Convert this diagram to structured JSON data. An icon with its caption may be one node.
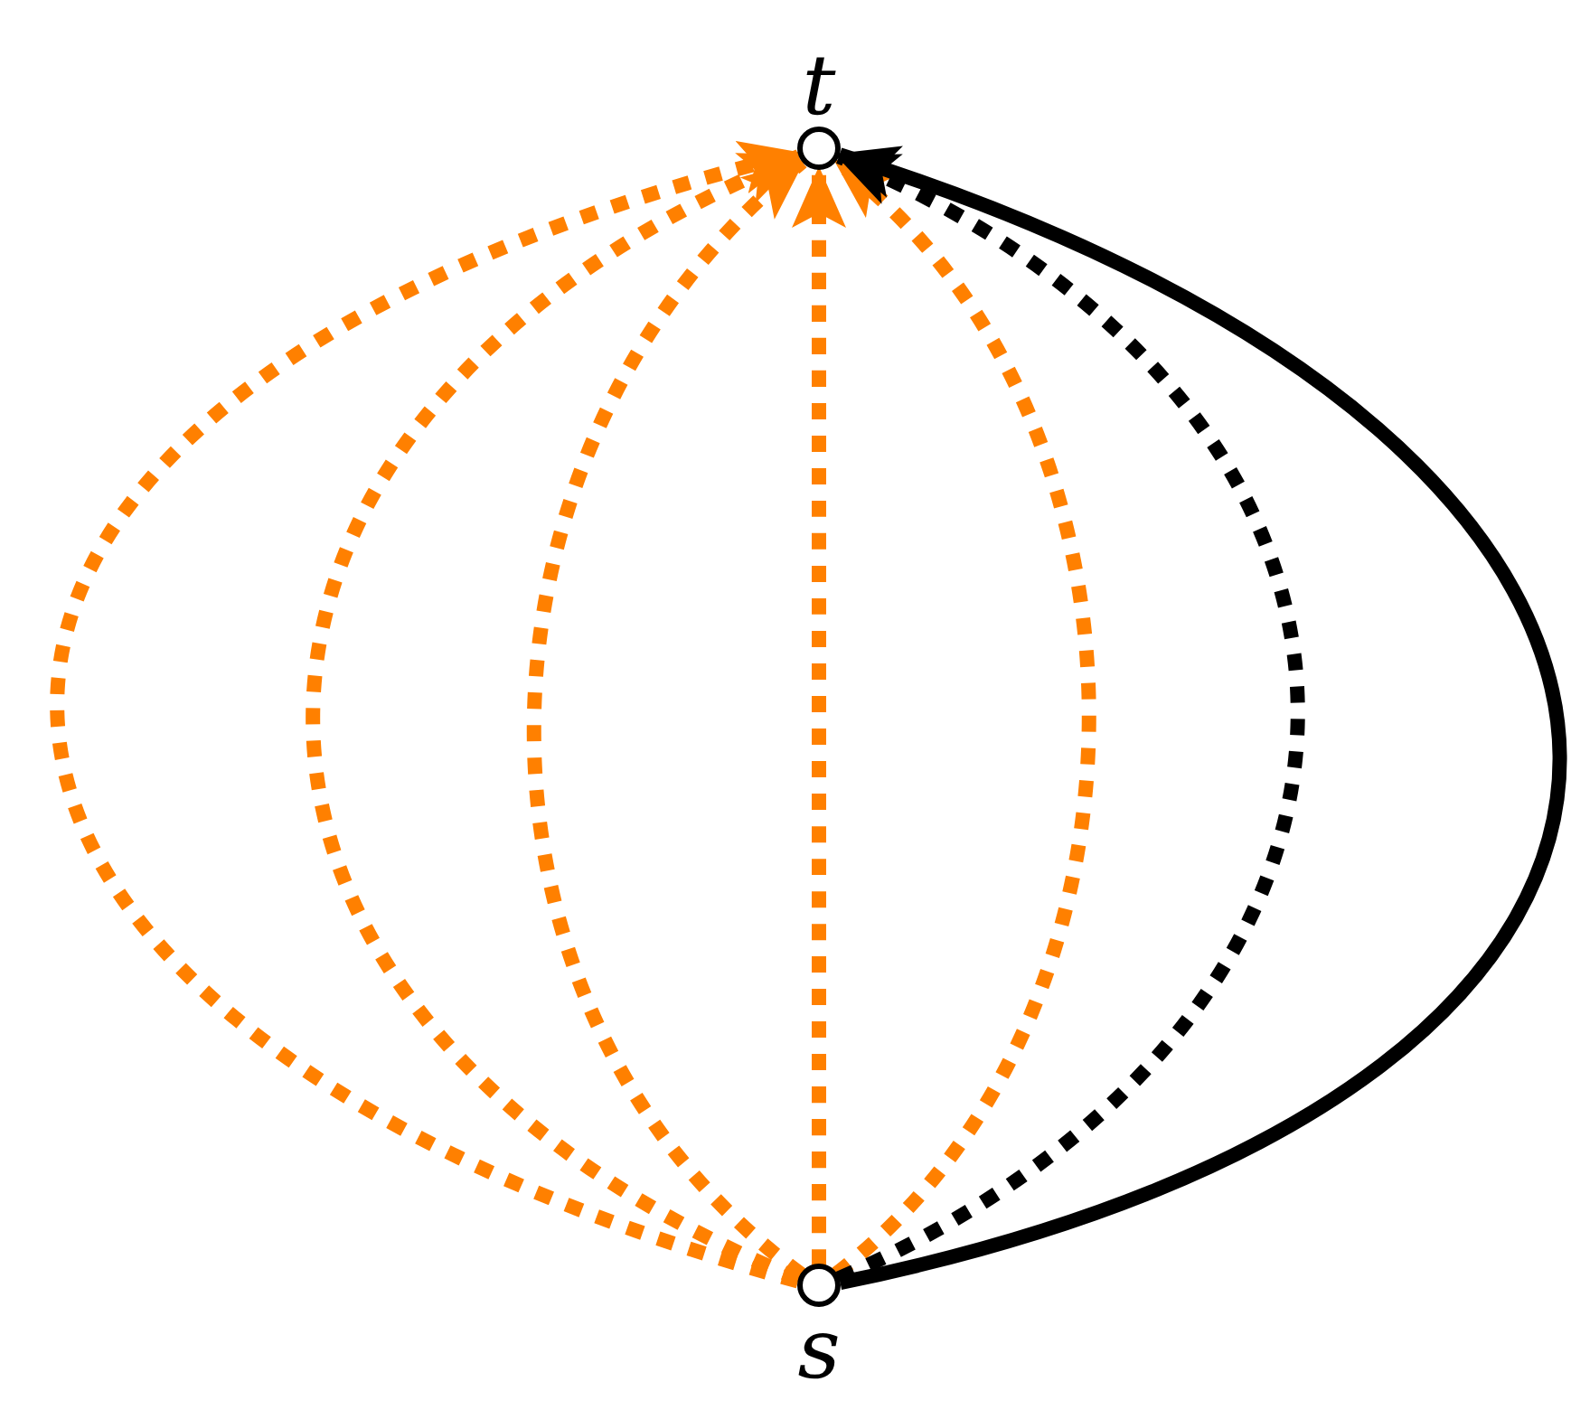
{
  "diagram": {
    "nodes": [
      {
        "text": [
          "t"
        ]
      },
      {
        "text": [
          "s"
        ]
      }
    ],
    "edges": [
      {
        "from": 1,
        "to": 0,
        "arrow": "to",
        "style": "dashed"
      },
      {
        "from": 1,
        "to": 0,
        "arrow": "to",
        "style": "dashed"
      },
      {
        "from": 1,
        "to": 0,
        "arrow": "to",
        "style": "dashed"
      },
      {
        "from": 1,
        "to": 0,
        "arrow": "to",
        "style": "dashed"
      },
      {
        "from": 1,
        "to": 0,
        "arrow": "to",
        "style": "dashed"
      },
      {
        "from": 1,
        "to": 0,
        "arrow": "to",
        "style": "dashed",
        "color": "#000000"
      },
      {
        "from": 1,
        "to": 0,
        "arrow": "to",
        "color": "#000000"
      }
    ]
  }
}
